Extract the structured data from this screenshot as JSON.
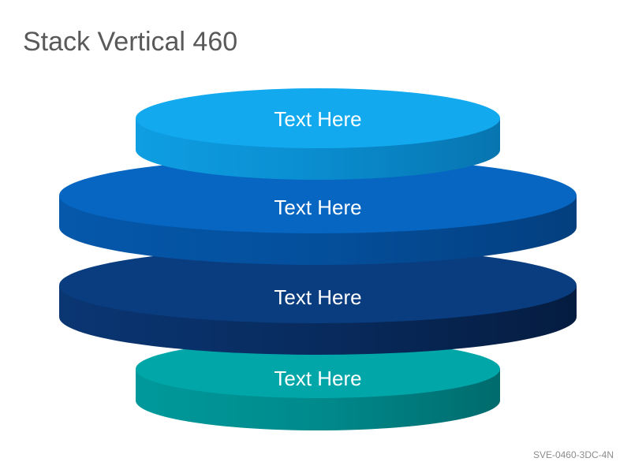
{
  "slide": {
    "title": "Stack Vertical 460",
    "code": "SVE-0460-3DC-4N"
  },
  "stack": {
    "layers": [
      {
        "label": "Text Here",
        "color": "#12a9ef",
        "side_color": "#0b8ccb"
      },
      {
        "label": "Text Here",
        "color": "#0666c2",
        "side_color": "#0553a2"
      },
      {
        "label": "Text Here",
        "color": "#0a3d80",
        "side_color": "#072c5f"
      },
      {
        "label": "Text Here",
        "color": "#00a6a8",
        "side_color": "#00878a"
      }
    ]
  }
}
